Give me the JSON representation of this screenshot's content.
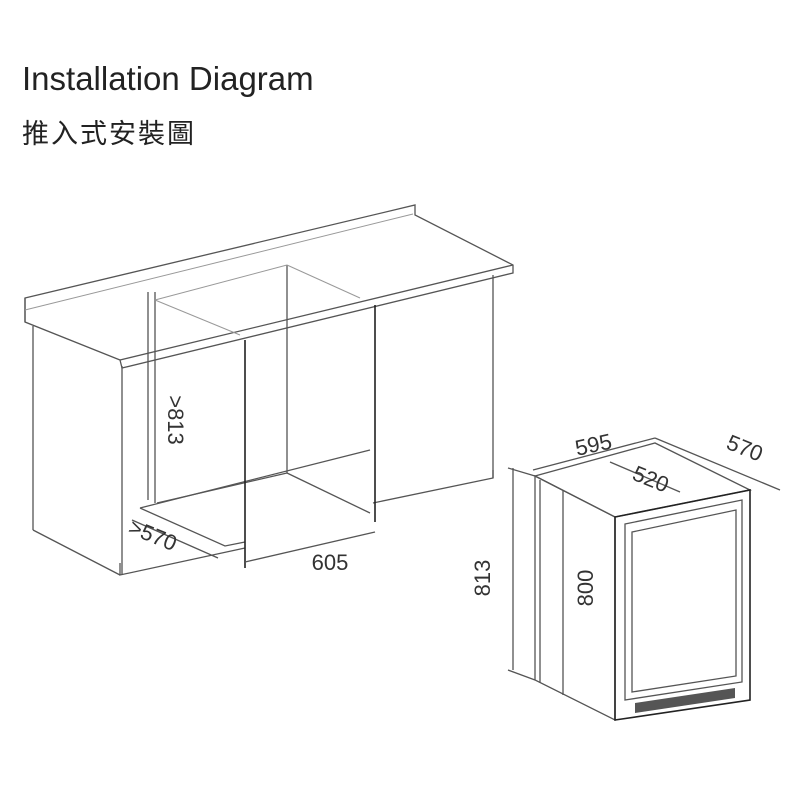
{
  "header": {
    "title": "Installation Diagram",
    "subtitle": "推入式安裝圖"
  },
  "cabinet": {
    "height_label": ">813",
    "depth_label": ">570",
    "width_label": "605"
  },
  "appliance": {
    "width_label": "595",
    "depth_label": "570",
    "door_depth_label": "520",
    "total_height_label": "813",
    "body_height_label": "800"
  }
}
